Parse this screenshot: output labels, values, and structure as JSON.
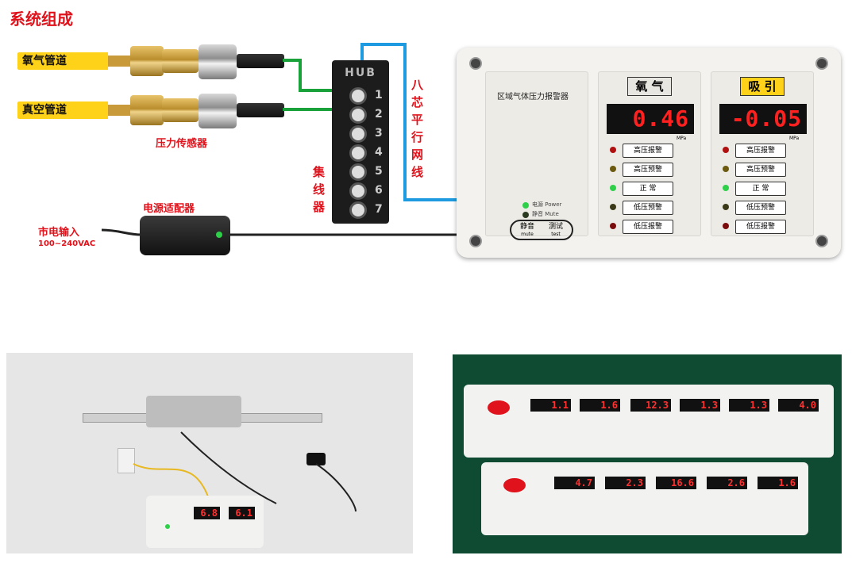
{
  "title": "系统组成",
  "pipes": [
    {
      "label": "氧气管道"
    },
    {
      "label": "真空管道"
    }
  ],
  "sensor_label": "压力传感器",
  "hub": {
    "title": "HUB",
    "ports": [
      "1",
      "2",
      "3",
      "4",
      "5",
      "6",
      "7"
    ],
    "label_chars": [
      "集",
      "线",
      "器"
    ]
  },
  "cable_label_chars": [
    "八",
    "芯",
    "平",
    "行",
    "网",
    "线"
  ],
  "adapter_label": "电源适配器",
  "mains": {
    "label": "市电输入",
    "spec": "100~240VAC"
  },
  "panel": {
    "name": "区域气体压力报警器",
    "power_label": "电源 Power",
    "mute_label": "静音 Mute",
    "mute_button": "静音",
    "mute_button_en": "mute",
    "test_button": "测试",
    "test_button_en": "test",
    "channels": [
      {
        "name": "氧 气",
        "value": "0.46",
        "unit": "MPa",
        "title_bg": "#e8e6e0"
      },
      {
        "name": "吸 引",
        "value": "-0.05",
        "unit": "MPa",
        "title_bg": "#ffd21a"
      }
    ],
    "buttons": [
      "高压报警",
      "高压预警",
      "正 常",
      "低压预警",
      "低压报警"
    ],
    "led_colors": [
      "#b01010",
      "#6b5a10",
      "#2ed04a",
      "#3a3a18",
      "#7a0c0c"
    ]
  },
  "photo_left": {
    "panel_values": [
      "6.8",
      "6.1"
    ]
  },
  "photo_right": {
    "row1_values": [
      "1.1",
      "1.6",
      "12.3",
      "1.3",
      "1.3",
      "4.0"
    ],
    "row2_values": [
      "4.7",
      "2.3",
      "16.6",
      "2.6",
      "1.6"
    ]
  }
}
